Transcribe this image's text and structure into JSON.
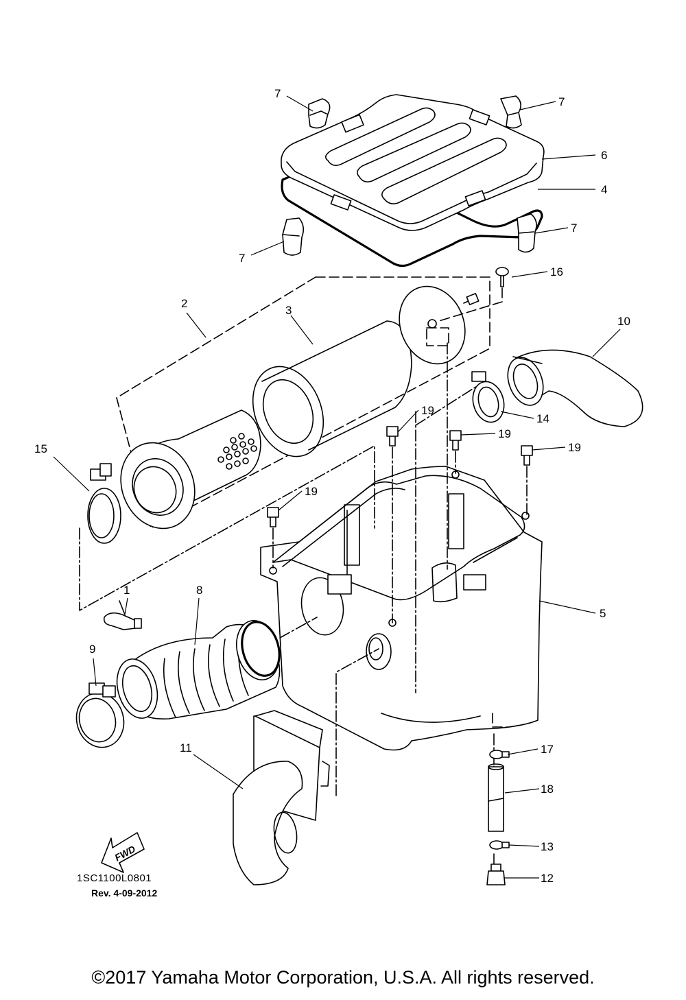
{
  "diagram": {
    "callouts": [
      "1",
      "2",
      "3",
      "4",
      "5",
      "6",
      "7",
      "8",
      "9",
      "10",
      "11",
      "12",
      "13",
      "14",
      "15",
      "16",
      "17",
      "18",
      "19"
    ],
    "fwd_label": "FWD",
    "drawing_code": "1SC1100L0801",
    "revision": "Rev.  4-09-2012",
    "copyright": "©2017 Yamaha Motor Corporation, U.S.A. All rights reserved."
  }
}
